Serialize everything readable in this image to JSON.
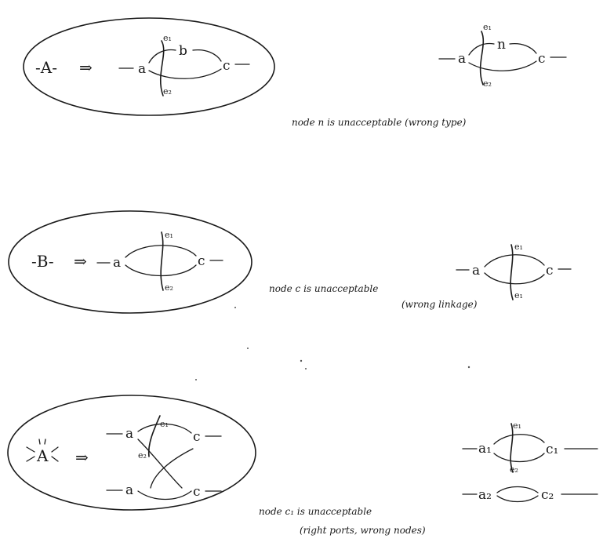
{
  "rows": [
    {
      "rule": {
        "lhs": "-A-",
        "arrow": "⇒",
        "nodes": {
          "a": "a",
          "b": "b",
          "c": "c",
          "e1": "e₁",
          "e2": "e₂"
        }
      },
      "candidate": {
        "nodes": {
          "a": "a",
          "n": "n",
          "c": "c",
          "e1": "e₁",
          "e2": "e₂"
        }
      },
      "note": [
        "node n is unacceptable (wrong type)"
      ]
    },
    {
      "rule": {
        "lhs": "-B-",
        "arrow": "⇒",
        "nodes": {
          "a": "a",
          "c": "c",
          "e1": "e₁",
          "e2": "e₂"
        }
      },
      "candidate": {
        "nodes": {
          "a": "a",
          "c": "c",
          "e1": "e₁",
          "e2": "e₁"
        }
      },
      "note": [
        "node c is unacceptable",
        "(wrong linkage)"
      ]
    },
    {
      "rule": {
        "lhs": "A",
        "arrow": "⇒",
        "nodes": {
          "a_top": "a",
          "c_top": "c",
          "a_bot": "a",
          "c_bot": "c",
          "e1": "e₁",
          "e2": "e₂"
        }
      },
      "candidate": {
        "nodes": {
          "a1": "a₁",
          "c1": "c₁",
          "a2": "a₂",
          "c2": "c₂",
          "e1": "e₁",
          "e2": "e₂"
        }
      },
      "note": [
        "node c₁ is unacceptable",
        "(right ports, wrong nodes)"
      ]
    }
  ]
}
